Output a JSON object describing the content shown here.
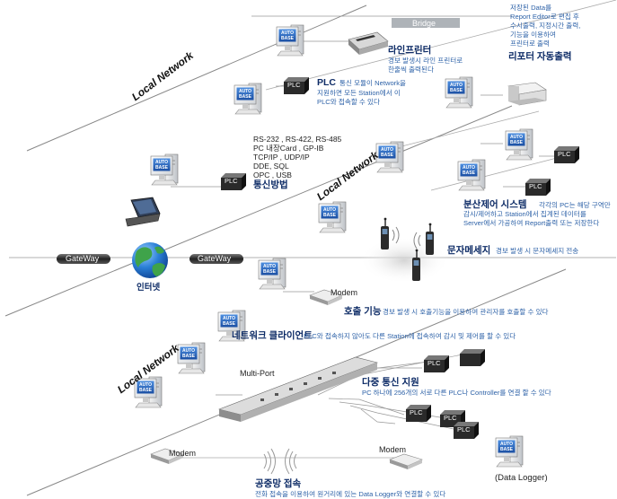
{
  "network": {
    "bridge": "Bridge",
    "local_network": "Local Network",
    "gateway": "GateWay",
    "internet": "인터넷",
    "multi_port": "Multi-Port",
    "modem": "Modem",
    "data_logger": "(Data Logger)"
  },
  "devices": {
    "plc": "PLC",
    "workstation_logo_top": "AUTO",
    "workstation_logo_bottom": "BASE"
  },
  "features": {
    "line_printer": {
      "title": "라인프린터",
      "desc": [
        "경보 발생시 라인 프린터로",
        "한줄씩 출력된다"
      ]
    },
    "plc": {
      "title": "PLC",
      "desc": [
        "통신 모듈이 Network을",
        "지원하면 모든 Station에서 이",
        "PLC와 접속할 수 있다"
      ]
    },
    "protocols": {
      "items": [
        "RS-232 , RS-422, RS-485",
        "PC 내장Card , GP-IB",
        "TCP/IP , UDP/IP",
        "DDE, SQL",
        "OPC , USB"
      ],
      "title": "통신방법"
    },
    "report": {
      "desc": [
        "저장된 Data를",
        "Report Editor로 편집 후",
        "수시출력, 지정시간 출력,",
        "기능을 이용하여",
        "프린터로 출력"
      ],
      "title": "리포터 자동출력"
    },
    "distributed": {
      "title": "분산제어 시스템",
      "desc": [
        "각각의 PC는 해당 구역만",
        "감시/제어하고 Station에서 집계된 데이터를",
        "Server에서 가공하여 Report출력 또는 저장한다"
      ]
    },
    "sms": {
      "title": "문자메세지",
      "desc": "경보 발생 시 문자메세지 전송"
    },
    "call": {
      "title": "호출 기능",
      "desc": "경보 발생 시 호출기능을 이용하여 관리자를 호출할 수 있다"
    },
    "client": {
      "title": "네트워크 클라이언트",
      "desc": "PLC와 접속하지 않아도 다른 Station에 접속하여 감시 및 제어를 할 수 있다"
    },
    "multi_comm": {
      "title": "다중 통신 지원",
      "desc": "PC 하나에 256개의 서로 다른 PLC나 Controller를 연결 할 수 있다"
    },
    "pstn": {
      "title": "공중망 접속",
      "desc": "전화 접속을 이용하여 원거리에 있는 Data Logger와 연결할 수 있다"
    }
  }
}
